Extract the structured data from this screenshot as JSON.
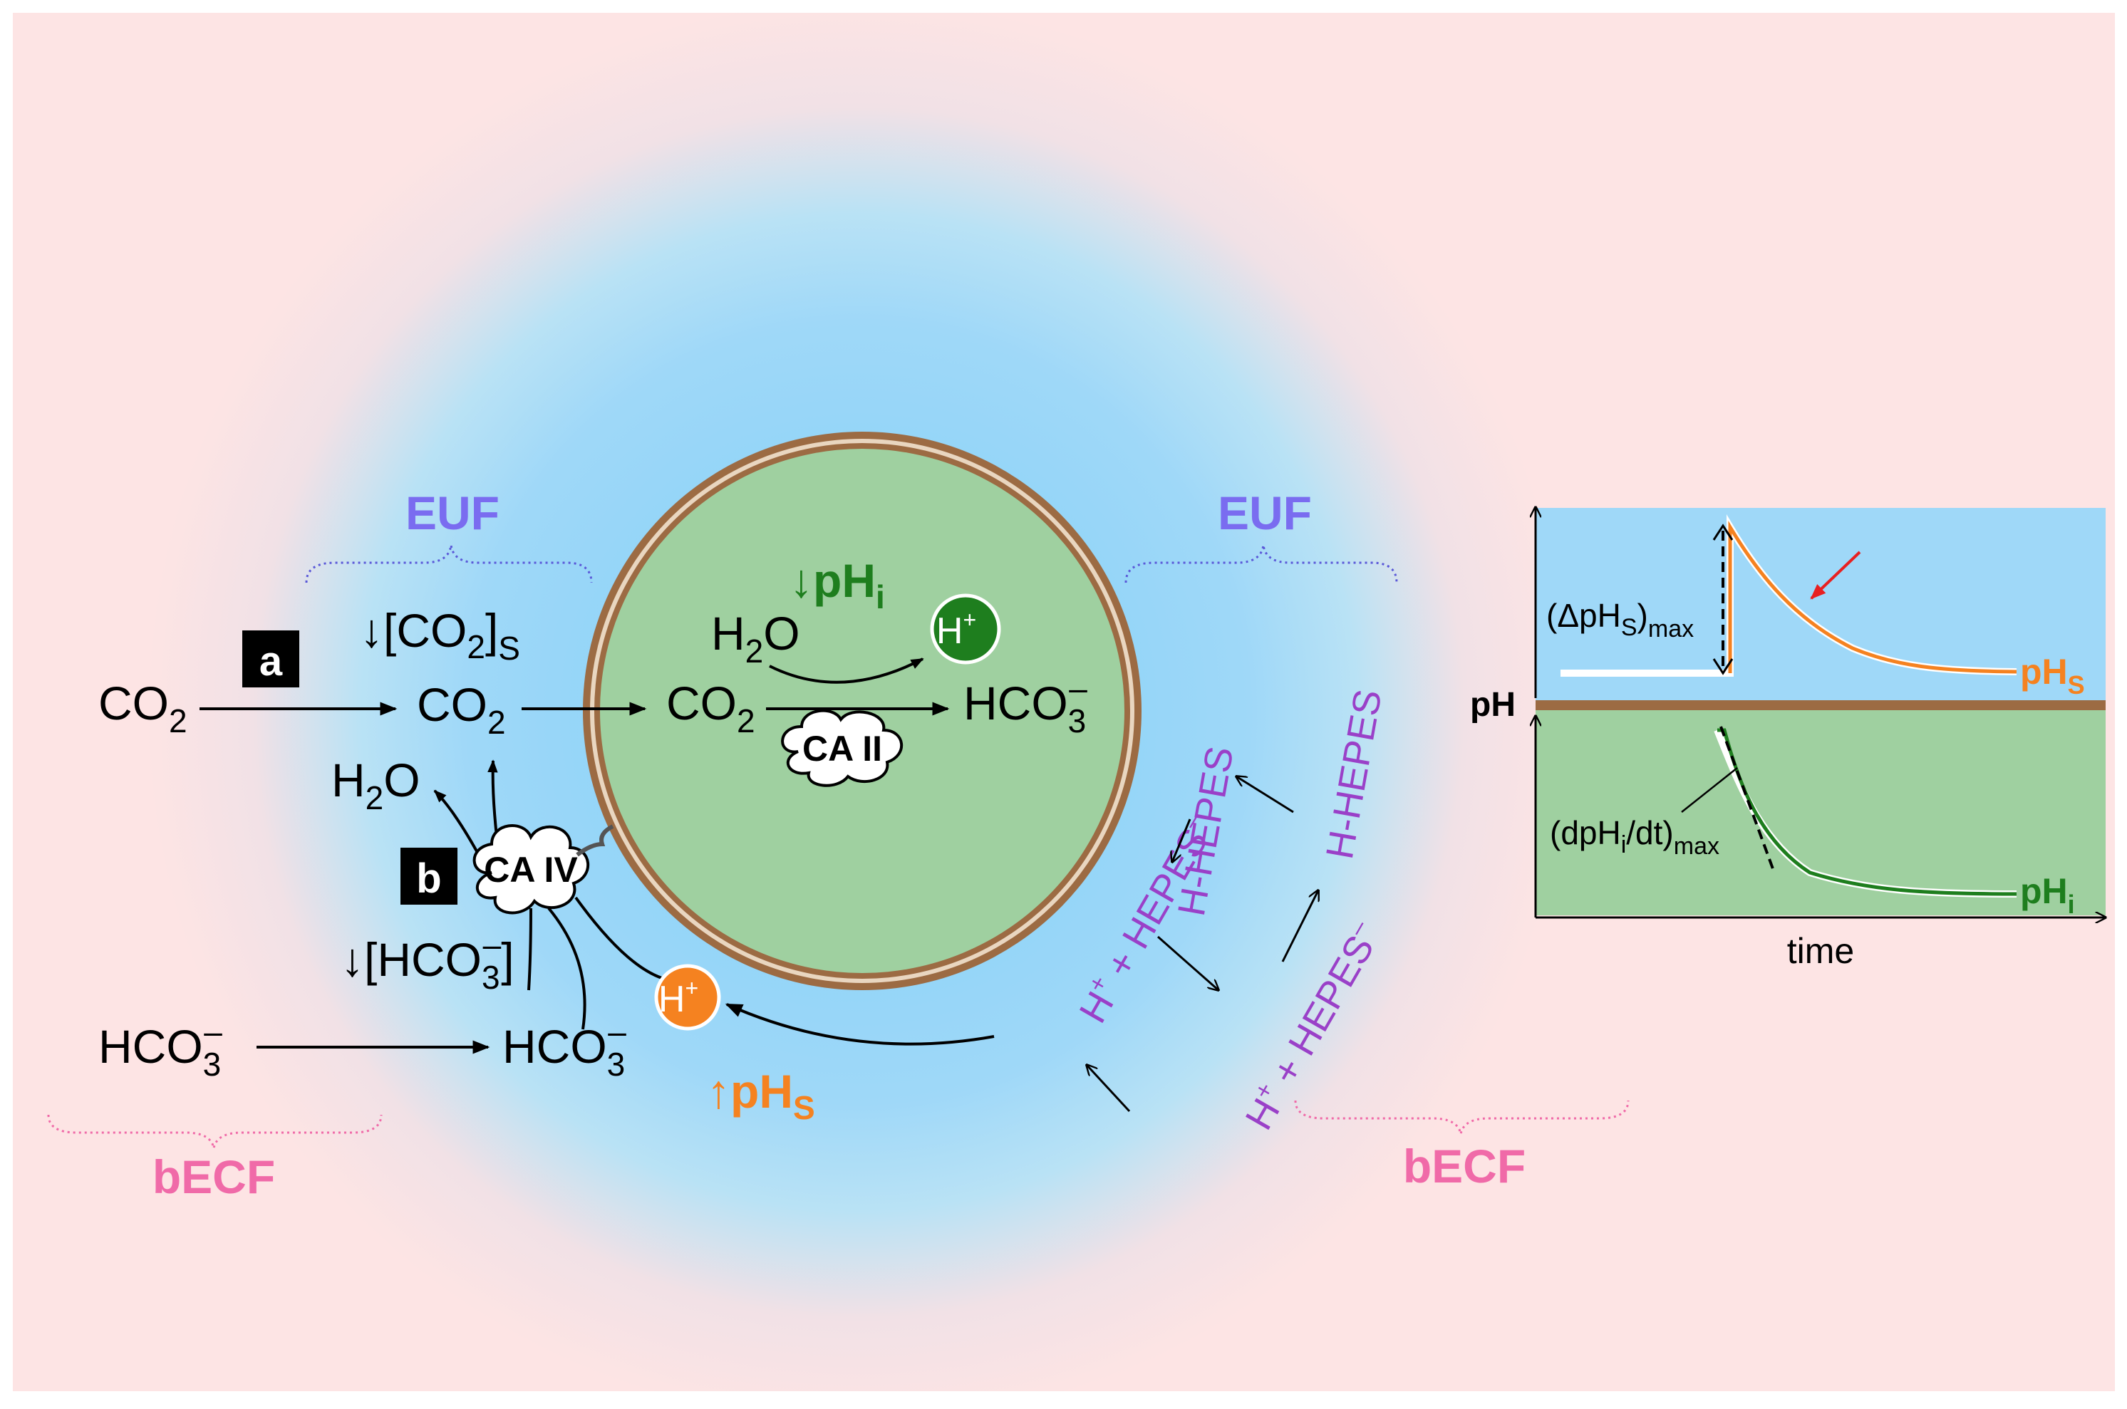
{
  "labels": {
    "euf_left": "EUF",
    "euf_right": "EUF",
    "becf_left": "bECF",
    "becf_right": "bECF",
    "co2_far": "CO",
    "co2_far_sub": "2",
    "co2_euf": "CO",
    "co2_euf_sub": "2",
    "co2s_prefix": "↓[CO",
    "co2s_sub2": "2",
    "co2s_close": "]",
    "co2s_subS": "S",
    "h2o_left": "H",
    "h2o_left_sub": "2",
    "h2o_left_o": "O",
    "hco3_far": "HCO",
    "hco3_far_sub": "3",
    "hco3_far_sup": "–",
    "hco3_euf": "HCO",
    "hco3_euf_sub": "3",
    "hco3_euf_sup": "–",
    "hco3_conc_prefix": "↓[HCO",
    "hco3_conc_sub": "3",
    "hco3_conc_sup": "–",
    "hco3_conc_close": "]",
    "box_a": "a",
    "box_b": "b",
    "ca_iv": "CA IV",
    "ca_ii": "CA II",
    "h_out": "H",
    "h_out_sup": "+",
    "phs_arrow": "↑pH",
    "phs_sub": "S",
    "h2o_cell": "H",
    "h2o_cell_sub": "2",
    "h2o_cell_o": "O",
    "phi_arrow": "↓pH",
    "phi_sub": "i",
    "h_in": "H",
    "h_in_sup": "+",
    "co2_cell": "CO",
    "co2_cell_sub": "2",
    "hco3_cell": "HCO",
    "hco3_cell_sub": "3",
    "hco3_cell_sup": "–",
    "hhepes_inner": "H-HEPES",
    "hhepes_outer": "H-HEPES",
    "h_hepes_inner": "H",
    "h_hepes_inner_sup": "+",
    "h_hepes_inner_rest": " + HEPES",
    "h_hepes_inner_minus": "–",
    "h_hepes_outer": "H",
    "h_hepes_outer_sup": "+",
    "h_hepes_outer_rest": " + HEPES",
    "h_hepes_outer_minus": "–"
  },
  "inset": {
    "y_axis": "pH",
    "x_axis": "time",
    "delta_label_prefix": "(ΔpH",
    "delta_label_S": "S",
    "delta_label_close": ")",
    "delta_label_max": "max",
    "slope_label_prefix": "(dpH",
    "slope_label_i": "i",
    "slope_label_mid": "/dt)",
    "slope_label_max": "max",
    "phs_trace": "pH",
    "phs_trace_sub": "S",
    "phi_trace": "pH",
    "phi_trace_sub": "i"
  },
  "colors": {
    "background_becf": "#fde4e4",
    "euf_blue": "#9fd8f8",
    "cell_green": "#9fd0a0",
    "membrane": "#9c6b43",
    "euf_label": "#7a6cf0",
    "becf_label": "#f06aa8",
    "hepes_purple": "#9a40c8",
    "phs_orange": "#f58220",
    "phi_green": "#1e7e1e",
    "red_arrow": "#e82020"
  }
}
